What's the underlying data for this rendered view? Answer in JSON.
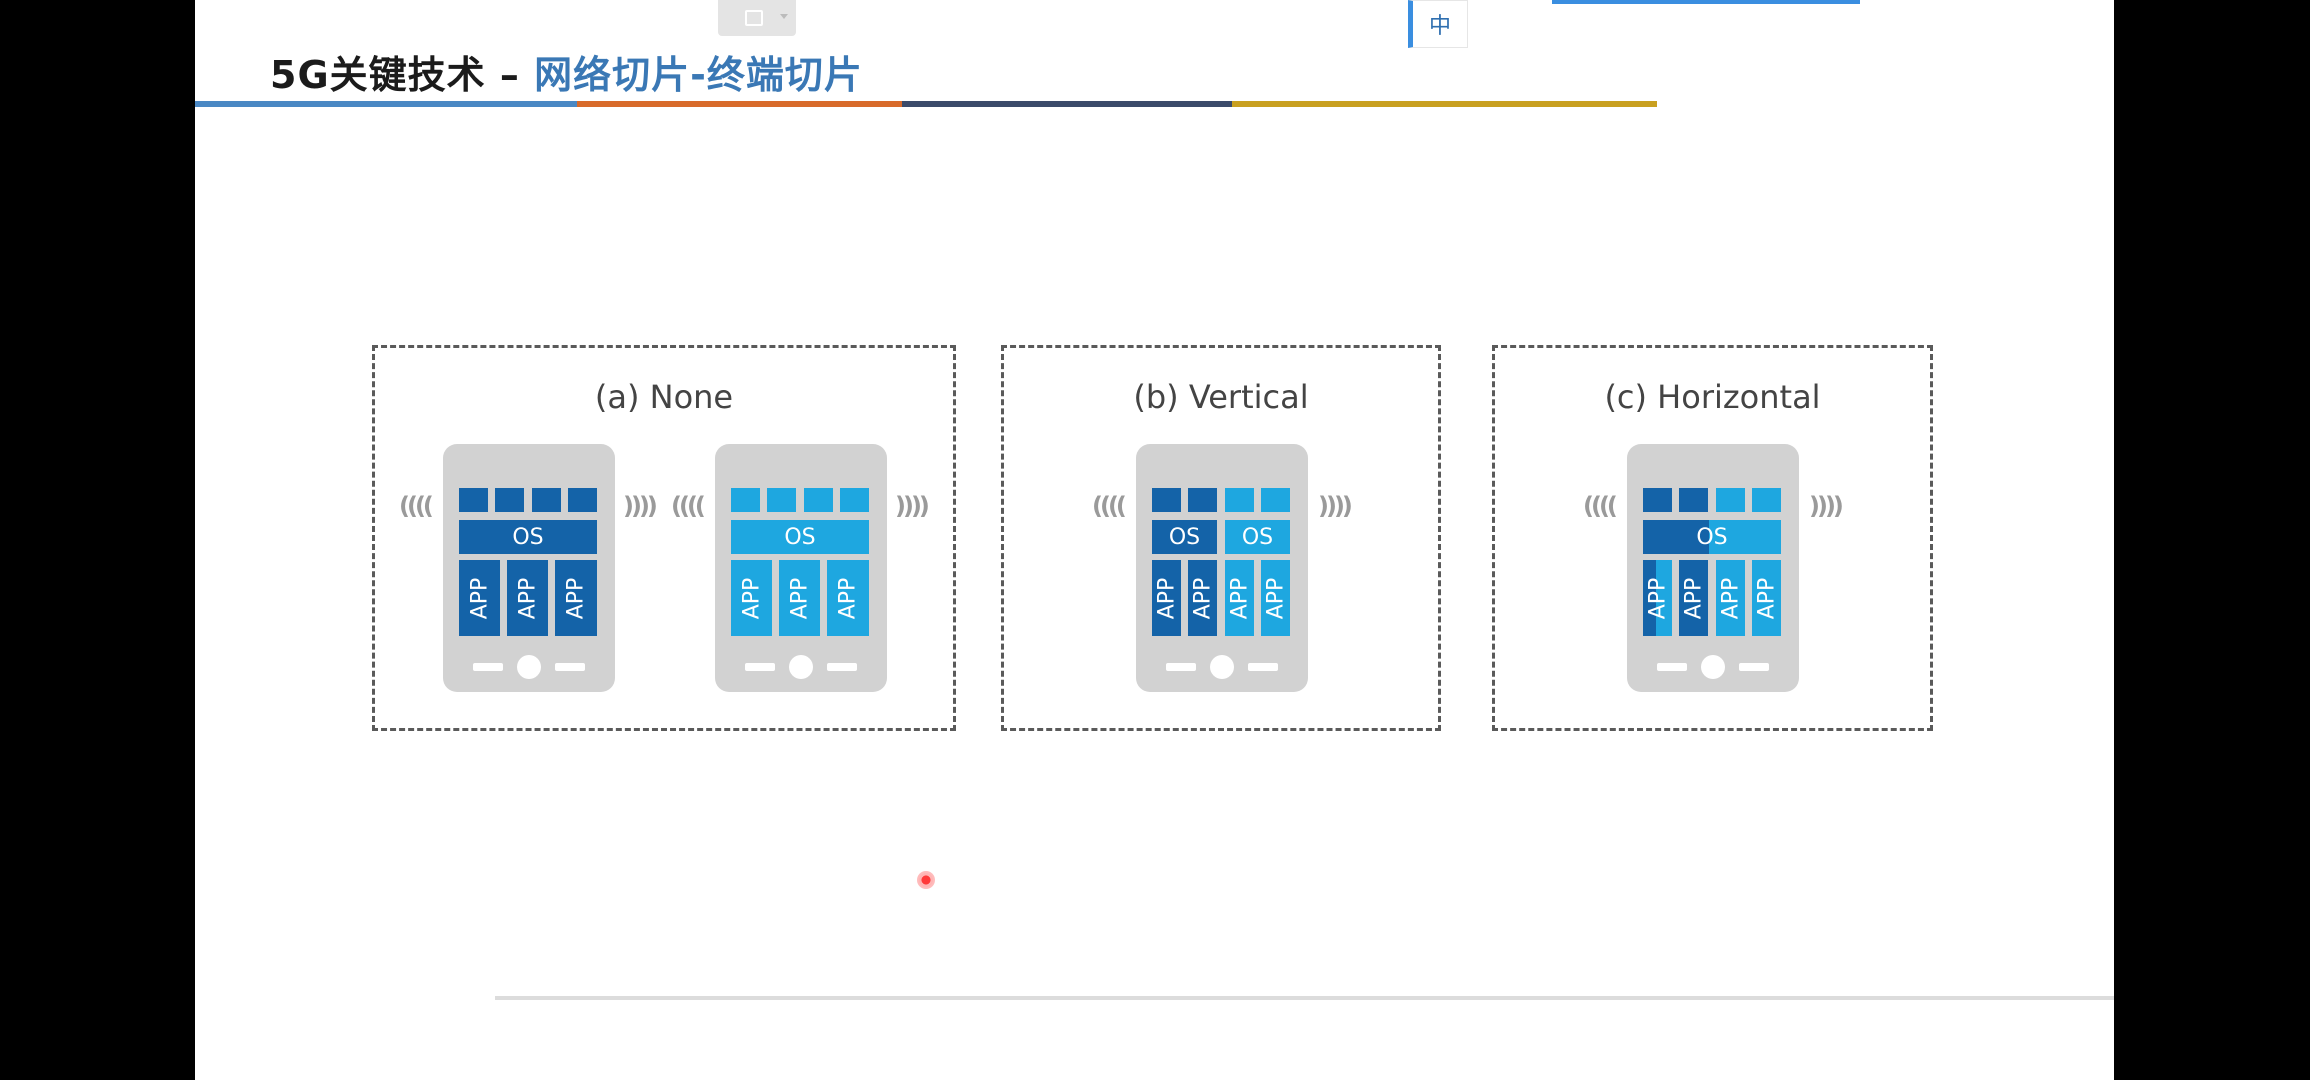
{
  "slide": {
    "title_part1": "5G关键技术 – ",
    "title_part2": "网络切片-终端切片",
    "ime_label": "中"
  },
  "colors": {
    "title_dark": "#1b1b1b",
    "title_blue": "#3a78b5",
    "band_blue": "#4a88c4",
    "band_orange": "#d86a2a",
    "band_navy": "#3b4b6a",
    "band_gold": "#c9a020",
    "app_dark_blue": "#1463a8",
    "app_light_blue": "#1ea7e0",
    "phone_gray": "#d2d2d2"
  },
  "panels": [
    {
      "label": "(a) None",
      "phones": [
        {
          "os": [
            "OS"
          ],
          "apps": [
            "APP",
            "APP",
            "APP"
          ],
          "scheme": "dark",
          "wave_left": "((((",
          "wave_right": "))))"
        },
        {
          "os": [
            "OS"
          ],
          "apps": [
            "APP",
            "APP",
            "APP"
          ],
          "scheme": "light",
          "wave_left": "((((",
          "wave_right": "))))"
        }
      ]
    },
    {
      "label": "(b) Vertical",
      "phones": [
        {
          "os": [
            "OS",
            "OS"
          ],
          "apps": [
            "APP",
            "APP",
            "APP",
            "APP"
          ],
          "scheme": "split",
          "wave_left": "((((",
          "wave_right": "))))"
        }
      ]
    },
    {
      "label": "(c) Horizontal",
      "phones": [
        {
          "os": [
            "OS"
          ],
          "apps": [
            "APP",
            "APP",
            "APP",
            "APP"
          ],
          "scheme": "horizontal",
          "wave_left": "((((",
          "wave_right": "))))"
        }
      ]
    }
  ]
}
